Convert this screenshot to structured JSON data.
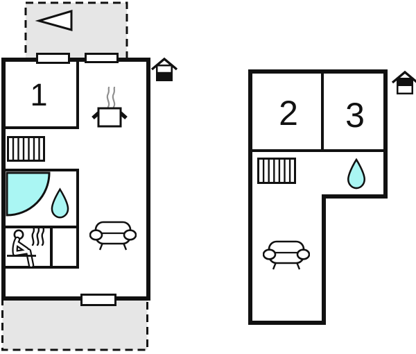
{
  "colors": {
    "wall": "#111111",
    "terrace_fill": "#e6e6e6",
    "water_fill": "#aaf6f3",
    "steam_gray": "#8f8f8f",
    "background": "#ffffff"
  },
  "ground_floor": {
    "room_labels": [
      {
        "label": "1"
      }
    ],
    "icons": [
      "direction-arrow-icon",
      "house-level-ground-icon",
      "kitchen-pot-icon",
      "stairs-icon",
      "shower-icon",
      "water-drop-icon",
      "sauna-person-icon",
      "heat-waves-icon",
      "sofa-icon"
    ]
  },
  "upper_floor": {
    "room_labels": [
      {
        "label": "2"
      },
      {
        "label": "3"
      }
    ],
    "icons": [
      "house-level-upper-icon",
      "stairs-icon",
      "water-drop-icon",
      "sofa-icon"
    ]
  }
}
